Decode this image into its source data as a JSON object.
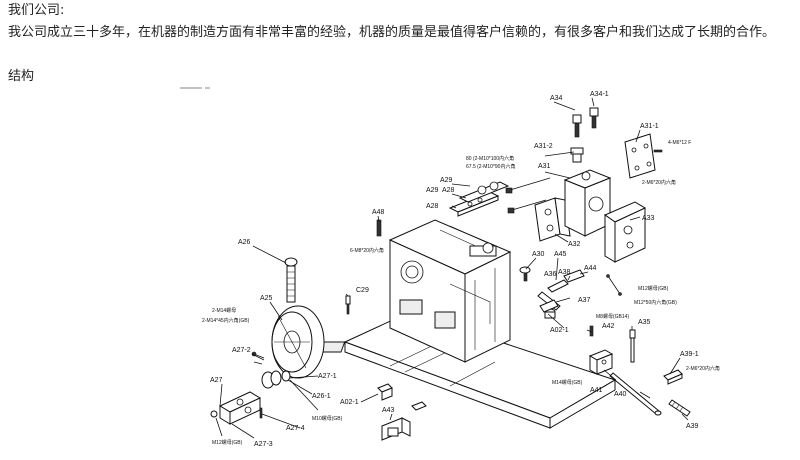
{
  "heading_company": "我们公司:",
  "intro_text": "我公司成立三十多年，在机器的制造方面有非常丰富的经验，机器的质量是最值得客户信赖的，有很多客户和我们达成了长期的合作。",
  "heading_structure": "结构",
  "figure": {
    "labels": {
      "A34": "A34",
      "A34_1": "A34-1",
      "A31_1": "A31-1",
      "A31_2": "A31-2",
      "A31": "A31",
      "A29a": "A29",
      "A29b": "A29",
      "A28a": "A28",
      "A28b": "A28",
      "A33": "A33",
      "A32": "A32",
      "A48": "A48",
      "A26": "A26",
      "A30": "A30",
      "A45": "A45",
      "A36": "A36",
      "A38": "A38",
      "A44": "A44",
      "A37": "A37",
      "C29": "C29",
      "A25": "A25",
      "A02_1a": "A02-1",
      "A42": "A42",
      "A35": "A35",
      "A27_2": "A27-2",
      "A27_1": "A27-1",
      "A27": "A27",
      "A26_1": "A26-1",
      "A39_1": "A39-1",
      "A41": "A41",
      "A40": "A40",
      "A02_1b": "A02-1",
      "A43": "A43",
      "A27_4": "A27-4",
      "A27_3": "A27-3",
      "A39": "A39"
    },
    "notes": {
      "bolt_4_m6x12": "4-M6*12 F",
      "bolt_2_m6x20": "2-M6*20内六角",
      "bolt_80": "80 (2-M10*100内六角",
      "bolt_67": "67.5 (2-M10*90内六角",
      "bolt_6_m8x20": "6-M8*20内六角",
      "m12_nut": "M12螺母(GB)",
      "m12x50": "M12*50内六角(GB)",
      "m8_nut": "M8螺母(GB14)",
      "m14_nut": "M14螺母(GB)",
      "bolt_2_m14": "2-M14螺母",
      "bolt_2_m14x45": "2-M14*45内六角(GB)",
      "m10_nut": "M10螺母(GB)",
      "m12_nut_b": "M12螺母(GB)",
      "bolt_2_m6x20b": "2-M6*20内六角"
    }
  }
}
